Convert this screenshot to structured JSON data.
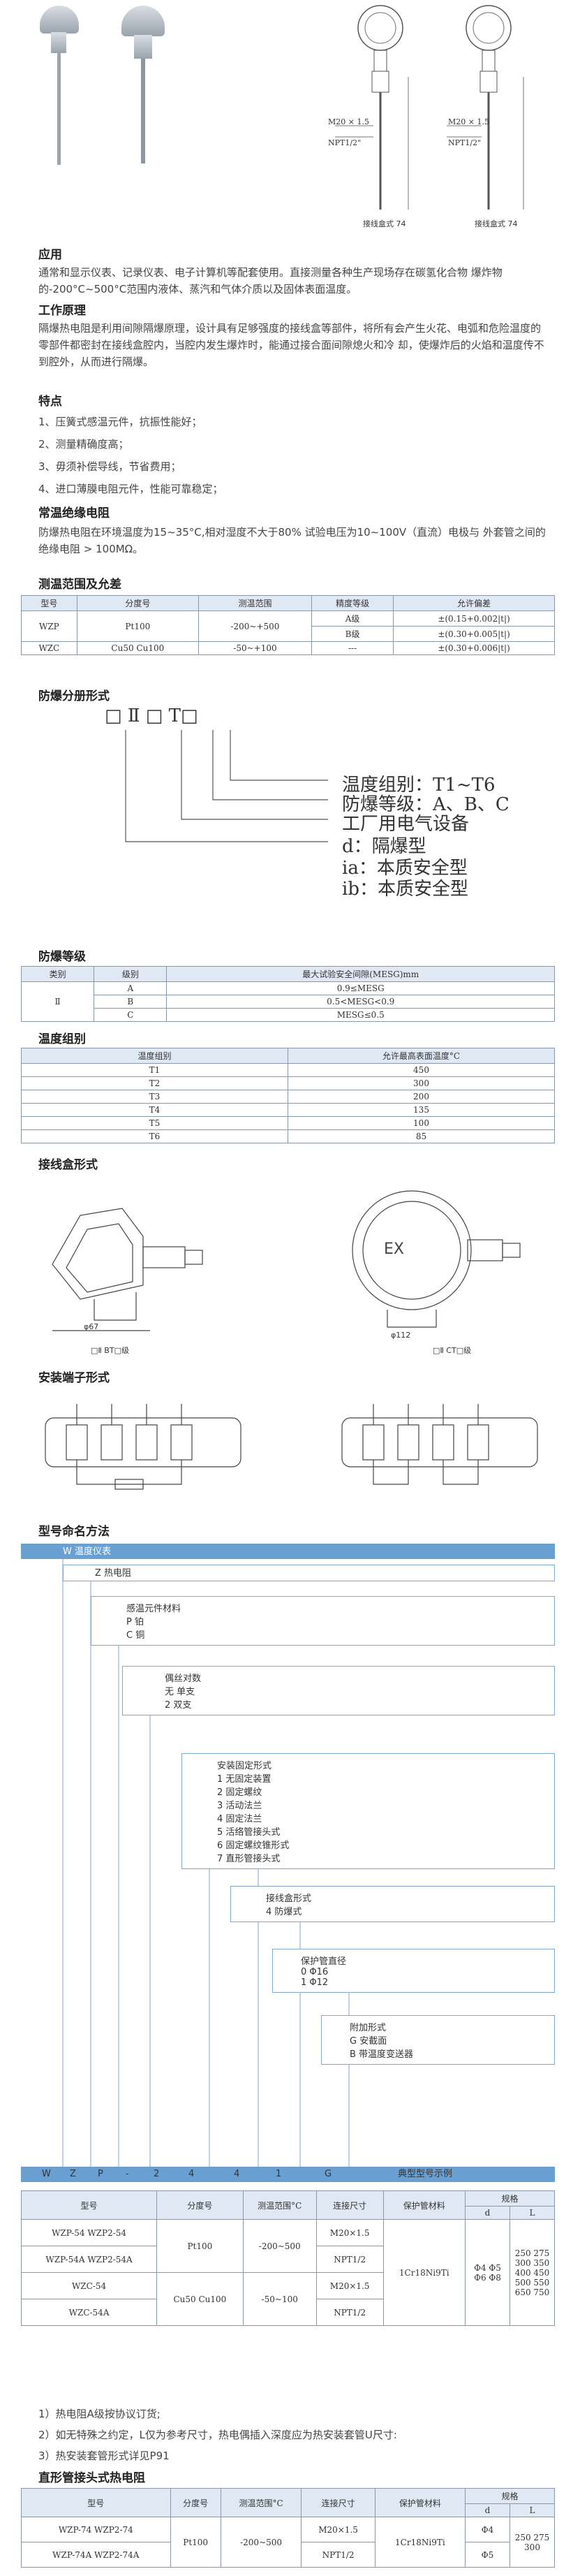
{
  "figures": {
    "caption_left": "接线盒式 74",
    "caption_right": "接线盒式 74",
    "label_m20_left": "M20 × 1.5",
    "label_npt_left": "NPT1/2\"",
    "label_m20_right": "M20 × 1.5",
    "label_npt_right": "NPT1/2\""
  },
  "sec_application": {
    "title": "应用",
    "text": "通常和显示仪表、记录仪表、电子计算机等配套使用。直接测量各种生产现场存在碳氢化合物 爆炸物的-200°C~500°C范围内液体、蒸汽和气体介质以及固体表面温度。"
  },
  "sec_principle": {
    "title": "工作原理",
    "text": "隔爆热电阻是利用间隙隔爆原理，设计具有足够强度的接线盒等部件，将所有会产生火花、电弧和危险温度的零部件都密封在接线盒腔内，当腔内发生爆炸时，能通过接合面间隙熄火和冷 却，使爆炸后的火焰和温度传不到腔外，从而进行隔爆。"
  },
  "sec_features": {
    "title": "特点",
    "items": [
      "1、压簧式感温元件，抗振性能好；",
      "2、测量精确度高；",
      "3、毋须补偿导线，节省费用；",
      "4、进口薄膜电阻元件，性能可靠稳定；"
    ]
  },
  "sec_insulation": {
    "title": "常温绝缘电阻",
    "text": "防爆热电阻在环境温度为15~35°C,相对湿度不大于80% 试验电压为10~100V（直流）电极与 外套管之间的绝缘电阻 > 100MΩ。"
  },
  "range_table": {
    "title": "测温范围及允差",
    "headers": [
      "型号",
      "分度号",
      "测温范围",
      "精度等级",
      "允许偏差"
    ],
    "rows": [
      [
        "WZP",
        "Pt100",
        "-200~+500",
        "A级",
        "±(0.15+0.002|t|)"
      ],
      [
        "",
        "",
        "",
        "B级",
        "±(0.30+0.005|t|)"
      ],
      [
        "WZC",
        "Cu50 Cu100",
        "-50~+100",
        "---",
        "±(0.30+0.006|t|)"
      ]
    ]
  },
  "marking": {
    "title": "防爆分册形式",
    "symbol": "□ Ⅱ □ T□",
    "lines": [
      "温度组别：T1~T6",
      "防爆等级：A、B、C",
      "工厂用电气设备",
      "d：隔爆型",
      "ia：本质安全型",
      "ib：本质安全型"
    ]
  },
  "grade_table": {
    "title": "防爆等级",
    "headers": [
      "类别",
      "级别",
      "最大试验安全间隙(MESG)mm"
    ],
    "rows": [
      [
        "Ⅱ",
        "A",
        "0.9≤MESG"
      ],
      [
        "",
        "B",
        "0.5<MESG<0.9"
      ],
      [
        "",
        "C",
        "MESG≤0.5"
      ]
    ]
  },
  "temp_table": {
    "title": "温度组别",
    "headers": [
      "温度组别",
      "允许最高表面温度°C"
    ],
    "rows": [
      [
        "T1",
        "450"
      ],
      [
        "T2",
        "300"
      ],
      [
        "T3",
        "200"
      ],
      [
        "T4",
        "135"
      ],
      [
        "T5",
        "100"
      ],
      [
        "T6",
        "85"
      ]
    ]
  },
  "junction": {
    "title": "接线盒形式",
    "caption_left": "□Ⅱ BT□级",
    "caption_right": "□Ⅱ CT□级",
    "dim_left": "φ67",
    "dim_right": "φ112"
  },
  "terminal": {
    "title": "安装端子形式"
  },
  "naming": {
    "title": "型号命名方法",
    "bar_label": "W 温度仪表",
    "lvl1": "Z 热电阻",
    "lvl2": [
      "感温元件材料",
      "P 铂",
      "C 铜"
    ],
    "lvl3": [
      "偶丝对数",
      "无 单支",
      "2 双支"
    ],
    "lvl4": [
      "安装固定形式",
      "1 无固定装置",
      "2 固定螺纹",
      "3 活动法兰",
      "4 固定法兰",
      "5 活络管接头式",
      "6 固定螺纹锥形式",
      "7 直形管接头式"
    ],
    "lvl5": [
      "接线盒形式",
      "4 防爆式"
    ],
    "lvl6": [
      "保护管直径",
      "0 Φ16",
      "1 Φ12"
    ],
    "lvl7": [
      "附加形式",
      "G 安截面",
      "B 带温度变送器"
    ],
    "example_letters": [
      "W",
      "Z",
      "P",
      "-",
      "2",
      "4",
      "4",
      "1",
      "G"
    ],
    "example_label": "典型型号示例"
  },
  "model_table": {
    "headers": [
      "型号",
      "分度号",
      "测温范围°C",
      "连接尺寸",
      "保护管材料",
      "规格"
    ],
    "sub_headers": [
      "d",
      "L"
    ],
    "rows": [
      [
        "WZP-54 WZP2-54",
        "Pt100",
        "-200~500",
        "M20×1.5",
        "1Cr18Ni9Ti",
        "Φ4 Φ5 Φ6 Φ8",
        "250 275 300 350 400 450 500 550 650 750"
      ],
      [
        "WZP-54A WZP2-54A",
        "",
        "",
        "NPT1/2",
        "",
        "",
        ""
      ],
      [
        "WZC-54",
        "Cu50 Cu100",
        "-50~100",
        "M20×1.5",
        "",
        "",
        ""
      ],
      [
        "WZC-54A",
        "",
        "",
        "NPT1/2",
        "",
        "",
        ""
      ]
    ]
  },
  "notes": [
    "1）热电阻A级按协议订货;",
    "2）如无特殊之约定，L仅为参考尺寸，热电偶插入深度应为热安装套管U尺寸:",
    "3）热安装套管形式详见P91"
  ],
  "straight": {
    "title": "直形管接头式热电阻",
    "headers": [
      "型号",
      "分度号",
      "测温范围°C",
      "连接尺寸",
      "保护管材料",
      "规格"
    ],
    "sub_headers": [
      "d",
      "L"
    ],
    "rows": [
      [
        "WZP-74 WZP2-74",
        "Pt100",
        "-200~500",
        "M20×1.5",
        "1Cr18Ni9Ti",
        "Φ4",
        "250 275 300"
      ],
      [
        "WZP-74A WZP2-74A",
        "",
        "",
        "NPT1/2",
        "",
        "Φ5",
        ""
      ]
    ]
  },
  "colors": {
    "accent": "#6a9fd1",
    "table_head": "#dfe8f3",
    "line": "#8a97a8"
  }
}
